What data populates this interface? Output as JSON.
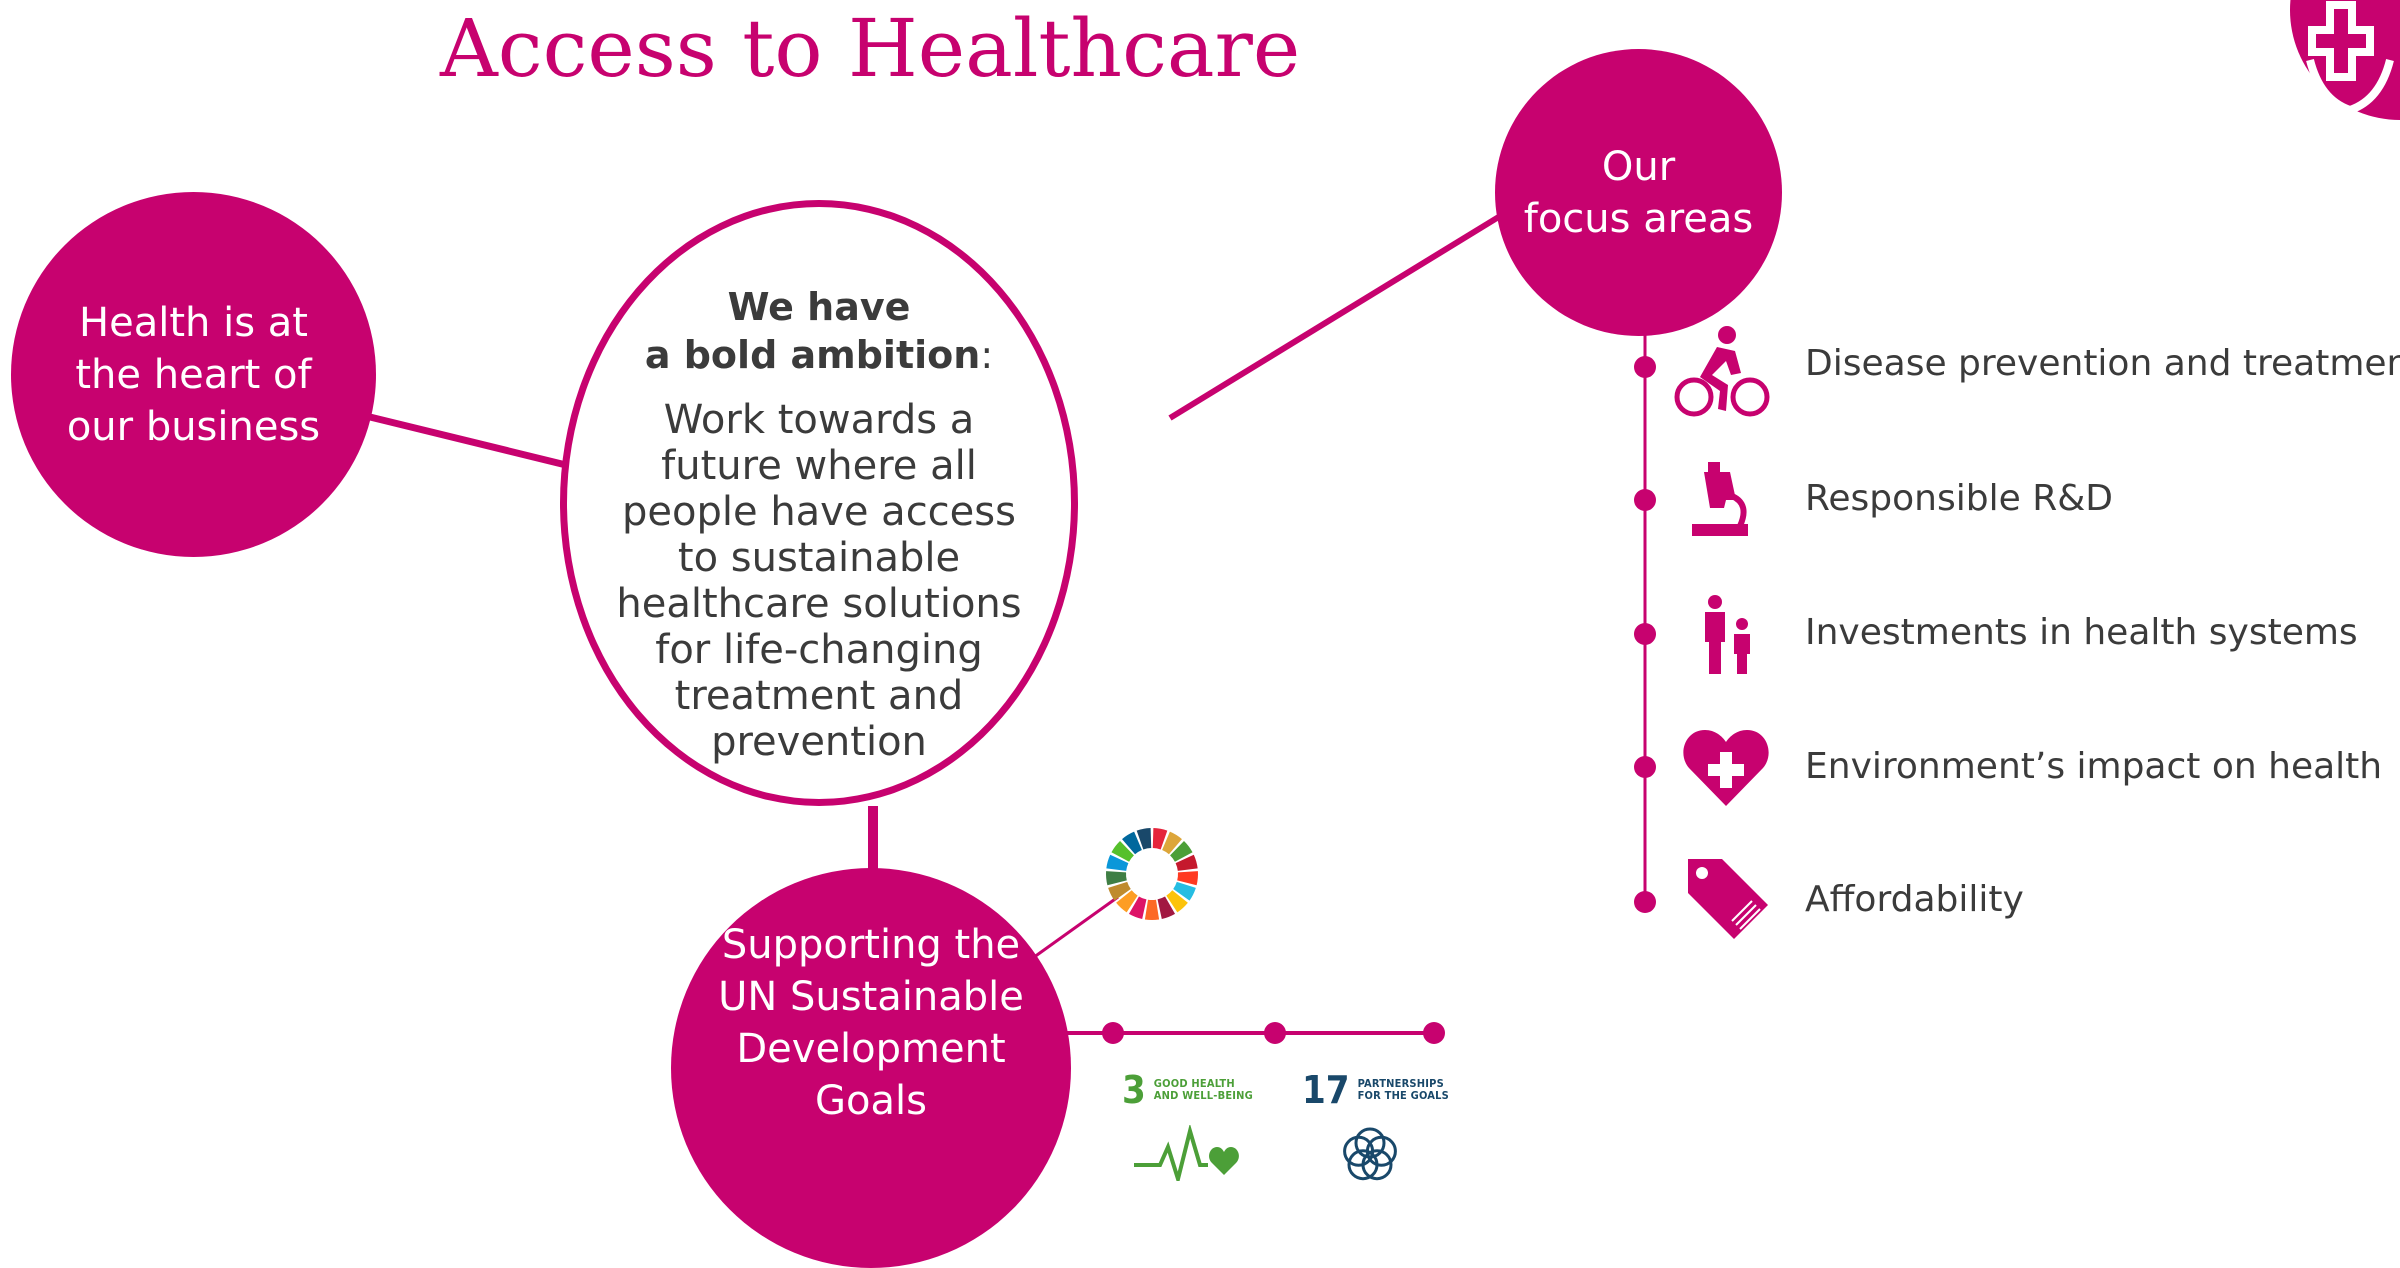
{
  "title": "Access to Healthcare",
  "health_circle": {
    "text": "Health is at the heart of our business"
  },
  "ambition": {
    "heading_line1": "We have",
    "heading_bold": "a bold ambition",
    "heading_suffix": ":",
    "body": "Work towards a future where all people have access to sustainable healthcare solutions for  life-changing treatment and prevention"
  },
  "focus_circle": {
    "line1": "Our",
    "line2": "focus areas"
  },
  "focus_areas": [
    {
      "label": "Disease prevention and treatment",
      "icon": "cyclist-icon"
    },
    {
      "label": "Responsible R&D",
      "icon": "microscope-icon"
    },
    {
      "label": "Investments in health systems",
      "icon": "people-icon"
    },
    {
      "label": "Environment’s impact on health",
      "icon": "heart-cross-icon"
    },
    {
      "label": "Affordability",
      "icon": "price-tag-icon"
    }
  ],
  "sdg_circle": {
    "text": "Supporting the UN Sustainable Development Goals"
  },
  "sdg_goals": [
    {
      "number": "3",
      "line1": "GOOD HEALTH",
      "line2": "AND WELL-BEING",
      "icon": "heartbeat-icon",
      "color": "#4c9f38"
    },
    {
      "number": "17",
      "line1": "PARTNERSHIPS",
      "line2": "FOR THE GOALS",
      "icon": "flower-rings-icon",
      "color": "#19486a"
    }
  ],
  "colors": {
    "accent": "#c7026f",
    "text": "#3b3b3b"
  }
}
